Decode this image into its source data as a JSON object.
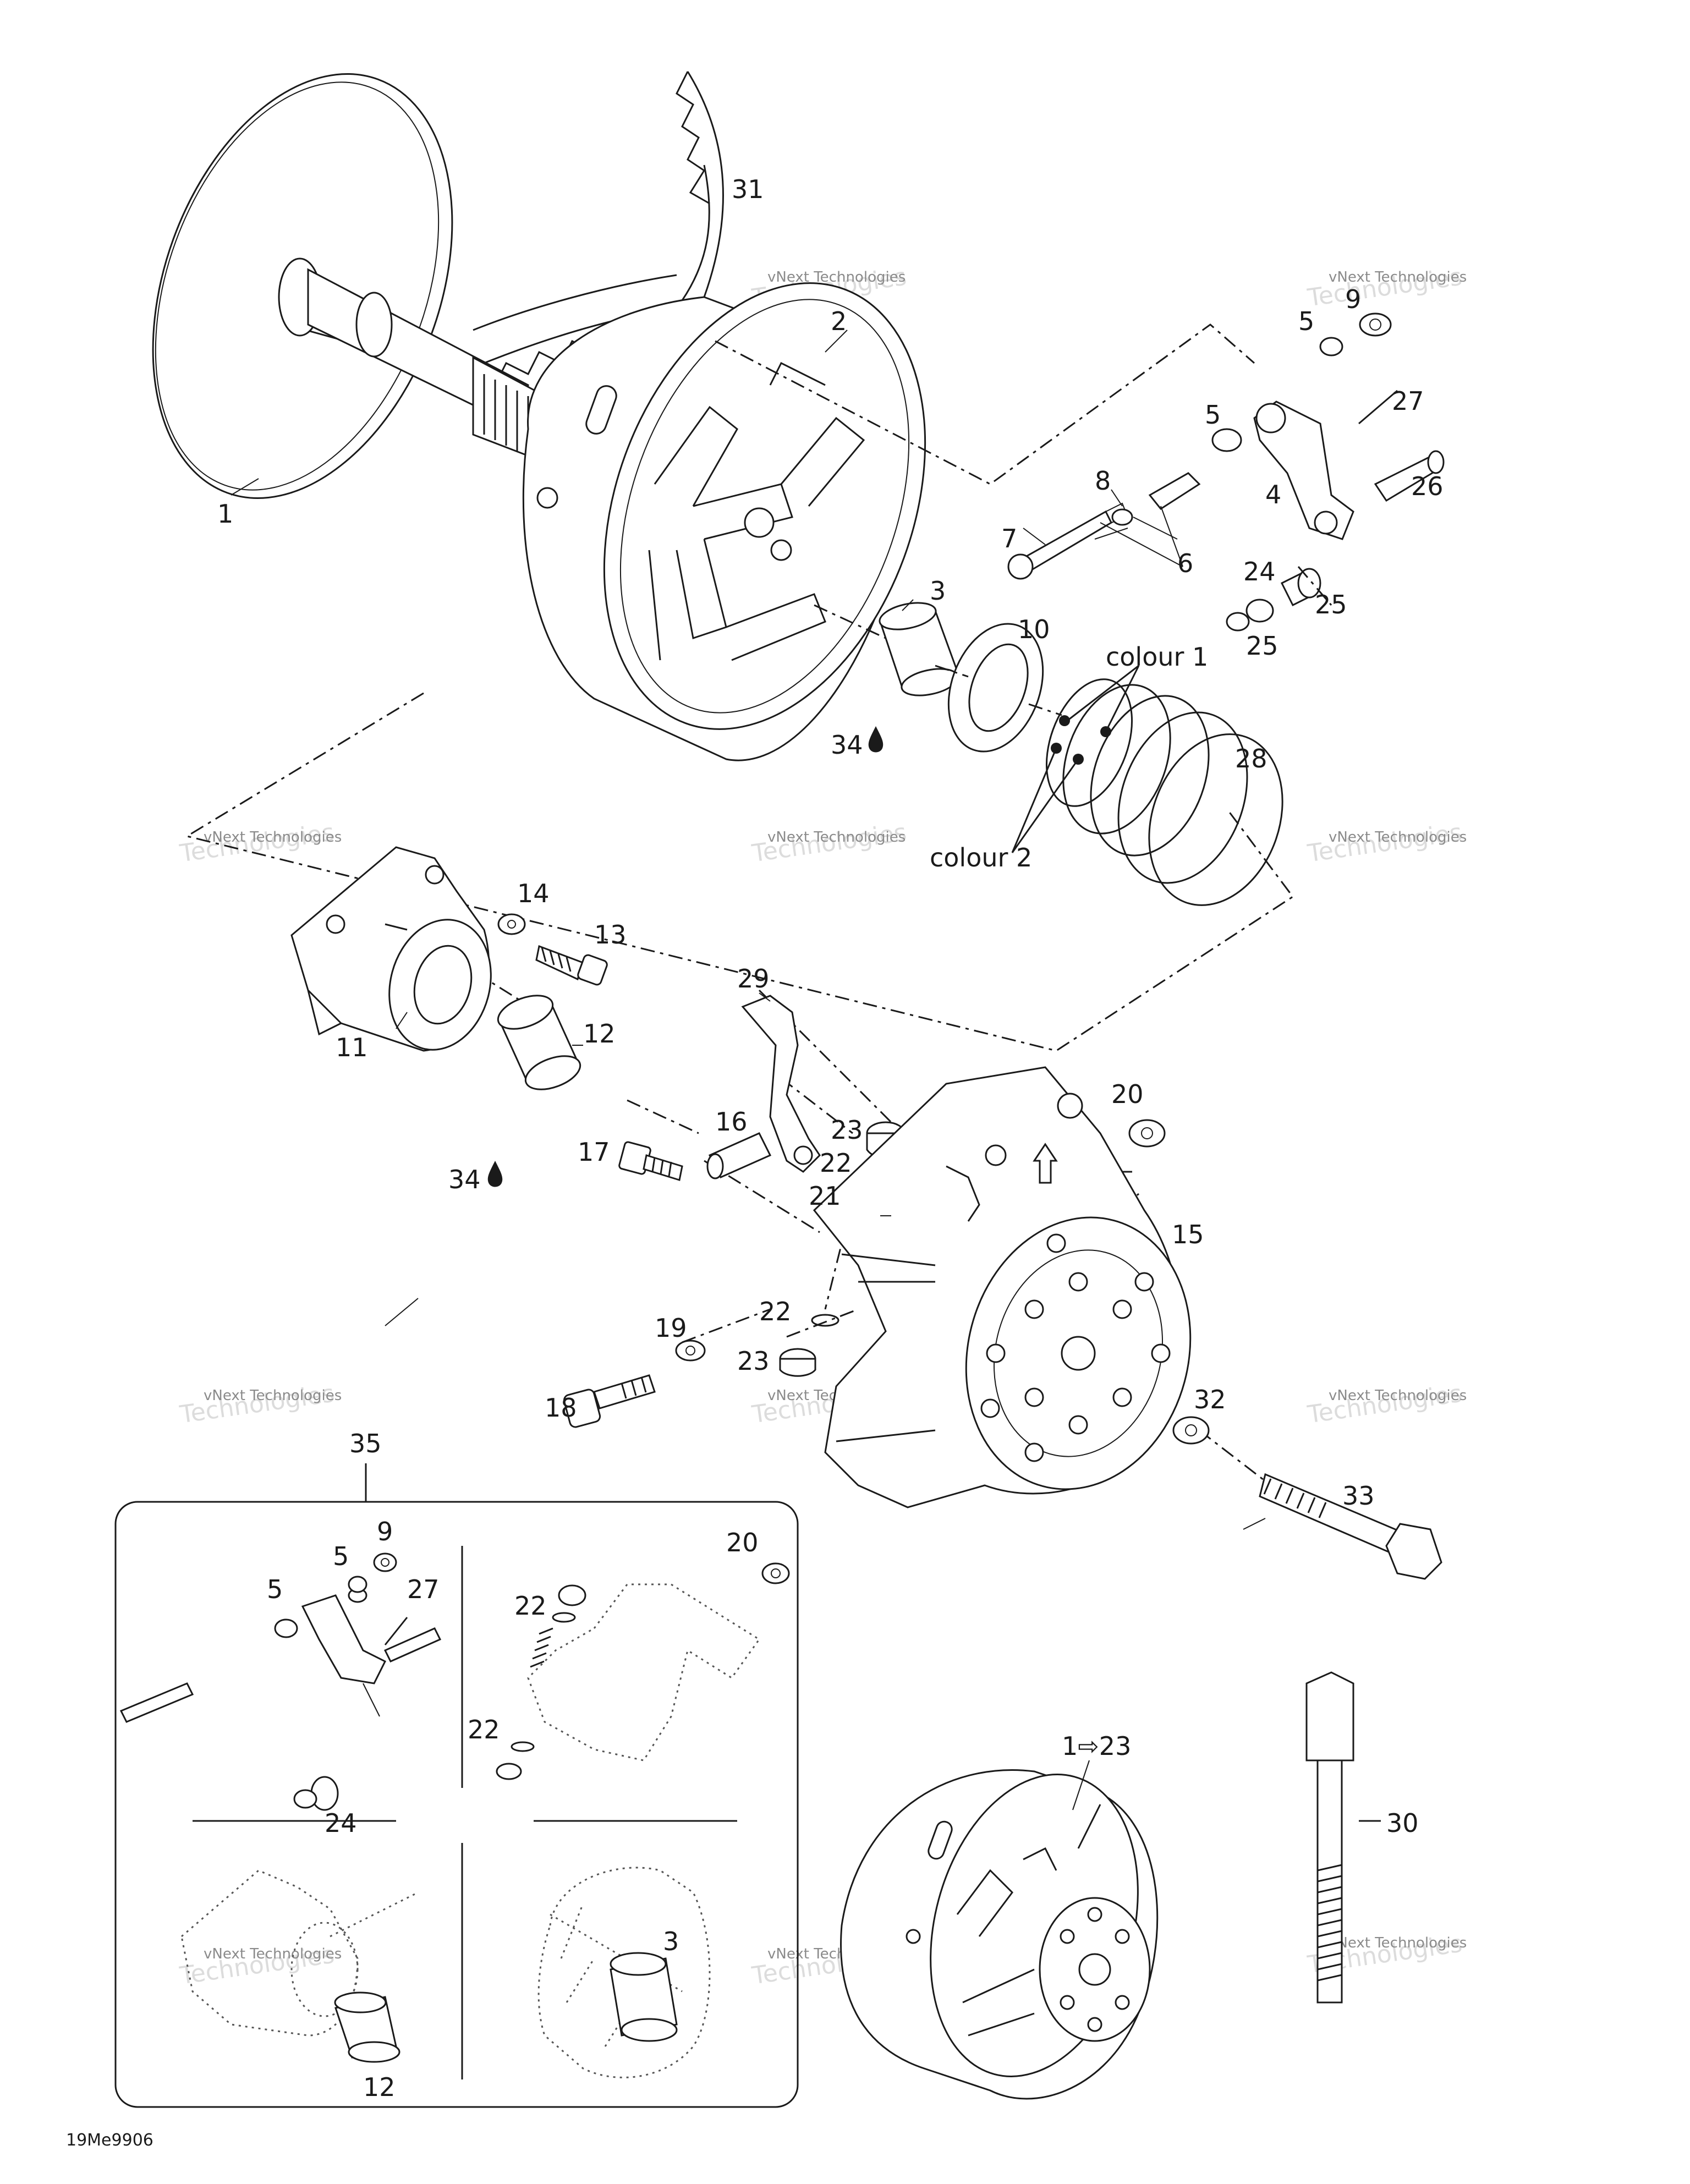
{
  "diagram_code": "19Me9906",
  "watermark": {
    "line1": "vNext Technologies",
    "line2": "Technologies"
  },
  "labels": {
    "p1": "1",
    "p2": "2",
    "p3": "3",
    "p4": "4",
    "p5a": "5",
    "p5b": "5",
    "p6": "6",
    "p7": "7",
    "p8": "8",
    "p9": "9",
    "p10": "10",
    "p11": "11",
    "p12": "12",
    "p13": "13",
    "p14": "14",
    "p15": "15",
    "p16": "16",
    "p17": "17",
    "p18": "18",
    "p19": "19",
    "p20": "20",
    "p21": "21",
    "p22a": "22",
    "p22b": "22",
    "p23a": "23",
    "p23b": "23",
    "p24": "24",
    "p25a": "25",
    "p25b": "25",
    "p26": "26",
    "p27": "27",
    "p28": "28",
    "p29": "29",
    "p30": "30",
    "p31": "31",
    "p32": "32",
    "p33": "33",
    "p34a": "34",
    "p34b": "34",
    "p35": "35",
    "colour1": "colour 1",
    "colour2": "colour 2",
    "p1to23": "1⇨23"
  },
  "kit_labels": {
    "k9": "9",
    "k5a": "5",
    "k5b": "5",
    "k27": "27",
    "k24": "24",
    "k20": "20",
    "k22a": "22",
    "k22b": "22",
    "k3": "3",
    "k12": "12"
  },
  "icons": [
    "oil-drop-icon",
    "arrow-up-icon"
  ]
}
